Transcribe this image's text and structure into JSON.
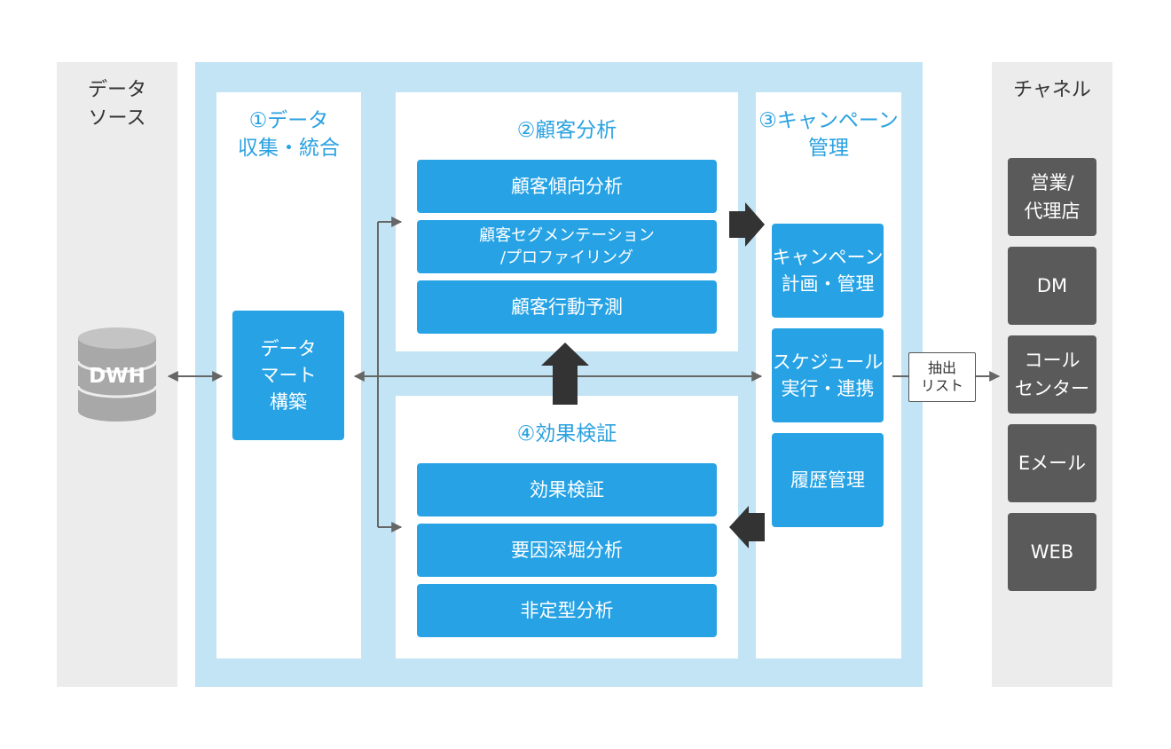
{
  "source_column": {
    "title": "データ\nソース",
    "db_label": "DWH"
  },
  "sections": {
    "integration": {
      "title": "①データ\n収集・統合",
      "box": "データ\nマート\n構築"
    },
    "analysis": {
      "title": "②顧客分析",
      "items": [
        "顧客傾向分析",
        "顧客セグメンテーション\n/プロファイリング",
        "顧客行動予測"
      ]
    },
    "campaign": {
      "title": "③キャンペーン\n管理",
      "items": [
        "キャンペーン\n計画・管理",
        "スケジュール\n実行・連携",
        "履歴管理"
      ]
    },
    "verification": {
      "title": "④効果検証",
      "items": [
        "効果検証",
        "要因深堀分析",
        "非定型分析"
      ]
    }
  },
  "extract_label": "抽出\nリスト",
  "channel_column": {
    "title": "チャネル",
    "items": [
      "営業/\n代理店",
      "DM",
      "コール\nセンター",
      "Eメール",
      "WEB"
    ]
  },
  "colors": {
    "accent_blue": "#27a3e5",
    "light_blue": "#c2e4f5",
    "channel_gray": "#5a5a5a",
    "column_gray": "#ececec",
    "arrow": "#333333"
  }
}
